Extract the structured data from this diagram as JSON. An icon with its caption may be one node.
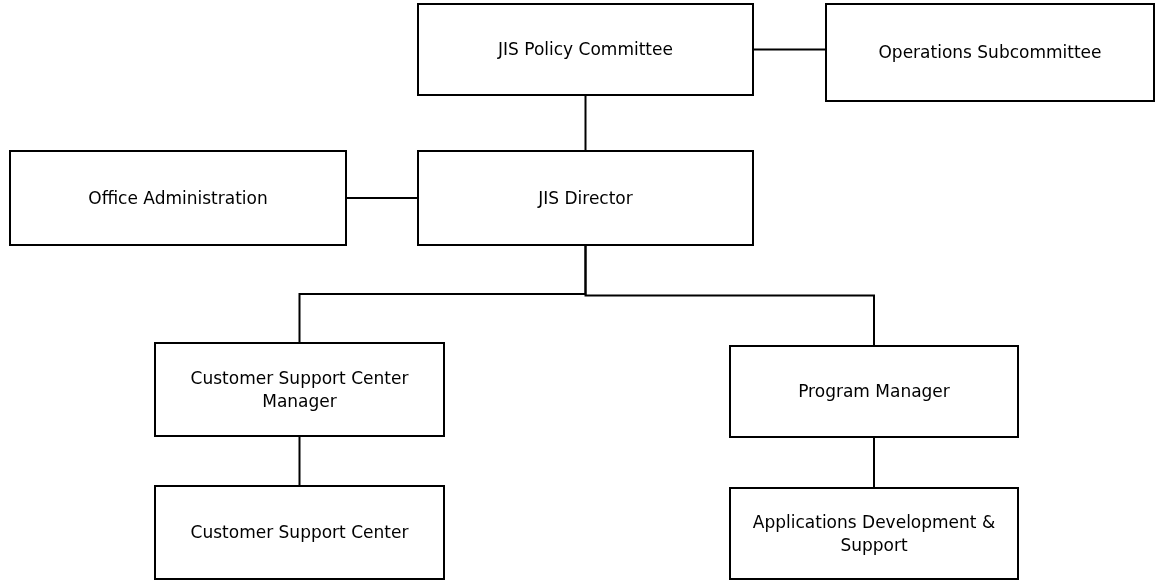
{
  "diagram": {
    "nodes": [
      {
        "text": [
          "JIS Policy Committee"
        ]
      },
      {
        "text": [
          "Operations Subcommittee"
        ]
      },
      {
        "text": [
          "Office Administration"
        ]
      },
      {
        "text": [
          "JIS Director"
        ]
      },
      {
        "text": [
          "Customer Support Center Manager"
        ]
      },
      {
        "text": [
          "Program Manager"
        ]
      },
      {
        "text": [
          "Customer Support Center"
        ]
      },
      {
        "text": [
          "Applications Development & Support"
        ]
      }
    ],
    "edges": [
      {
        "from": 0,
        "to": 1,
        "arrow": "none"
      },
      {
        "from": 0,
        "to": 3,
        "arrow": "none"
      },
      {
        "from": 2,
        "to": 3,
        "arrow": "none"
      },
      {
        "from": 3,
        "to": 4,
        "arrow": "none"
      },
      {
        "from": 3,
        "to": 5,
        "arrow": "none"
      },
      {
        "from": 4,
        "to": 6,
        "arrow": "none"
      },
      {
        "from": 5,
        "to": 7,
        "arrow": "none"
      }
    ]
  }
}
